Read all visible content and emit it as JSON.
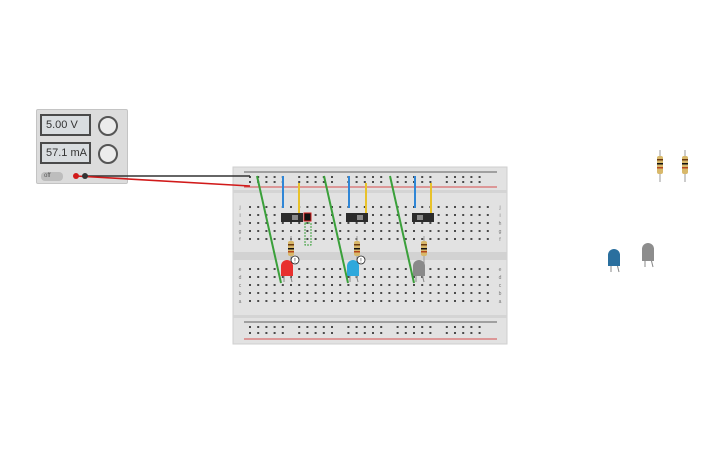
{
  "power_supply": {
    "voltage_display": "5.00 V",
    "current_display": "57.1 mA",
    "off_label": "off",
    "knob_icons": [
      "voltage-knob-icon",
      "current-knob-icon"
    ]
  },
  "breadboard": {
    "row_letters_top": [
      "j",
      "i",
      "h",
      "g",
      "f"
    ],
    "row_letters_bottom": [
      "e",
      "d",
      "c",
      "b",
      "a"
    ],
    "column_count": 30
  },
  "circuit": {
    "leds": [
      {
        "color": "#e8302e",
        "label": "red LED",
        "warning": "!"
      },
      {
        "color": "#2ea8dc",
        "label": "blue LED",
        "warning": "!"
      },
      {
        "color": "#8a8a8a",
        "label": "grey LED",
        "warning": ""
      }
    ],
    "wire_colors": {
      "positive": "#d11a1a",
      "negative": "#333333",
      "ground": "#3aa03a",
      "blue": "#2f86d6",
      "yellow": "#e8c22a"
    }
  },
  "parts_bin": {
    "resistors": 2,
    "leds": [
      {
        "color": "#2a6f9e"
      },
      {
        "color": "#8d8d8d"
      }
    ]
  }
}
